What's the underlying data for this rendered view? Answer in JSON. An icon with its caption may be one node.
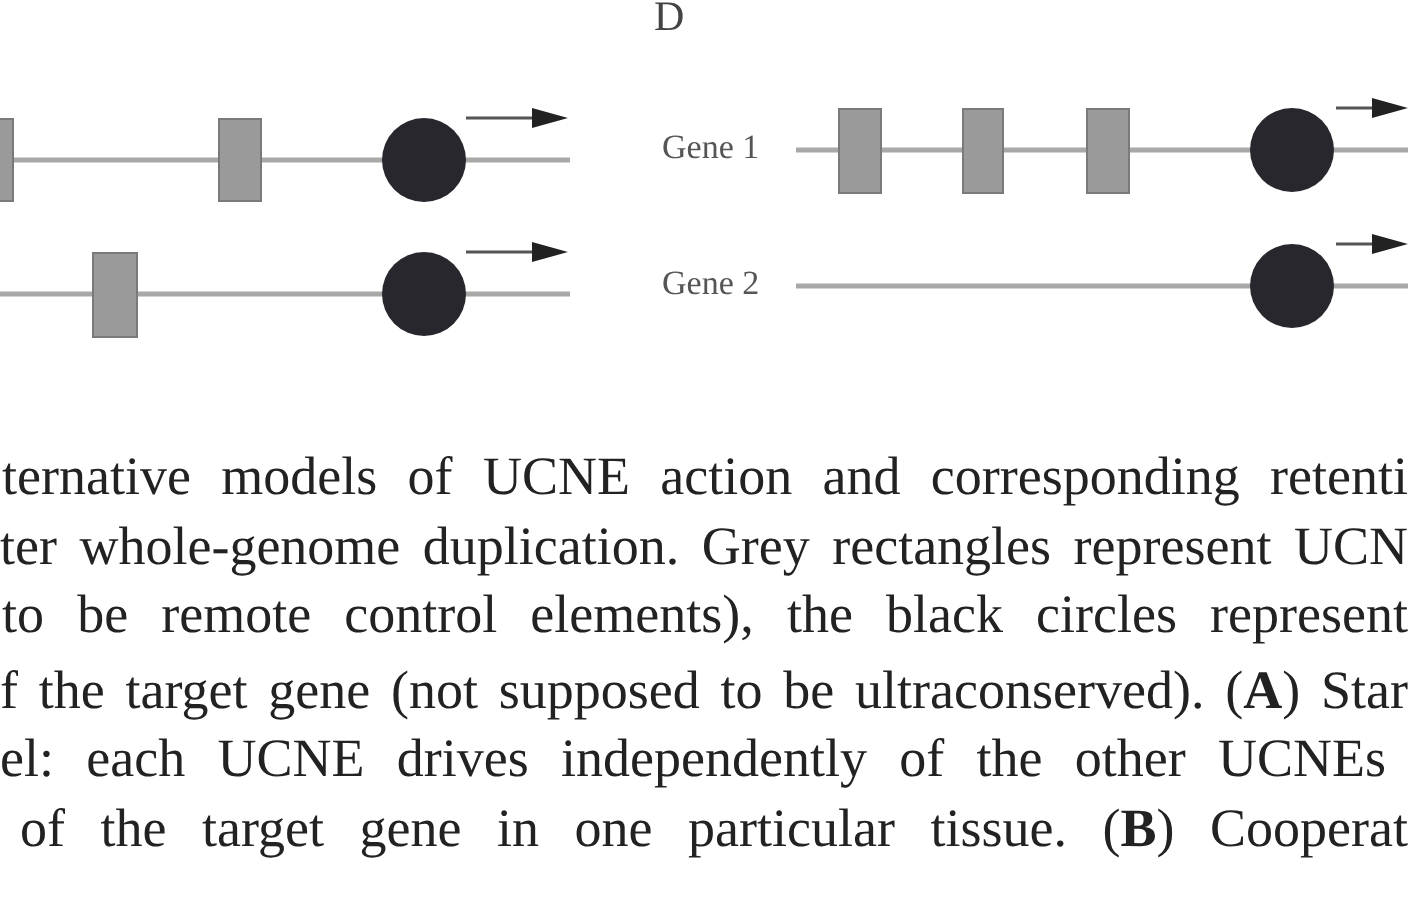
{
  "diagram": {
    "nodes": [
      {
        "text": [],
        "shape": "box"
      },
      {
        "text": [],
        "shape": "box"
      },
      {
        "text": [],
        "shape": "circle"
      },
      {
        "text": [],
        "shape": "box"
      },
      {
        "text": [],
        "shape": "box"
      },
      {
        "text": [],
        "shape": "box"
      },
      {
        "text": [],
        "shape": "circle"
      },
      {
        "text": [],
        "shape": "box"
      },
      {
        "text": [],
        "shape": "circle"
      },
      {
        "text": [],
        "shape": "circle"
      }
    ],
    "labels": [
      "D",
      "Gene 1",
      "Gene 2",
      "ternative models of UCNE action and corresponding retenti",
      "ter whole-genome duplication. Grey rectangles represent UCN",
      "to be remote control elements), the black circles represent",
      "f the target gene (not supposed to be ultraconserved). (**A**) Star",
      "el: each UCNE drives independently of the other UCNEs",
      "of the target gene in one particular tissue. (**B**) Cooperat"
    ]
  }
}
